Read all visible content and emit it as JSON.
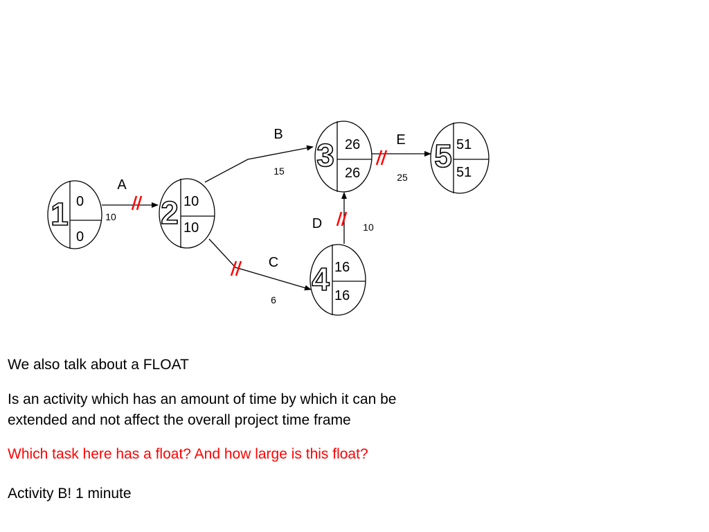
{
  "diagram": {
    "nodes": [
      {
        "id": "1",
        "number": "1",
        "earliest": "0",
        "latest": "0"
      },
      {
        "id": "2",
        "number": "2",
        "earliest": "10",
        "latest": "10"
      },
      {
        "id": "3",
        "number": "3",
        "earliest": "26",
        "latest": "26"
      },
      {
        "id": "4",
        "number": "4",
        "earliest": "16",
        "latest": "16"
      },
      {
        "id": "5",
        "number": "5",
        "earliest": "51",
        "latest": "51"
      }
    ],
    "activities": [
      {
        "name": "A",
        "from": "1",
        "to": "2",
        "duration": "10",
        "critical": true
      },
      {
        "name": "B",
        "from": "2",
        "to": "3",
        "duration": "15",
        "critical": false
      },
      {
        "name": "C",
        "from": "2",
        "to": "4",
        "duration": "6",
        "critical": true
      },
      {
        "name": "D",
        "from": "4",
        "to": "3",
        "duration": "10",
        "critical": true
      },
      {
        "name": "E",
        "from": "3",
        "to": "5",
        "duration": "25",
        "critical": true
      }
    ],
    "critical_marker": "//"
  },
  "text": {
    "line1": "We also talk about a FLOAT",
    "line2": "Is an activity which has an amount of time by which it can be",
    "line3": "extended and not affect the overall project time frame",
    "question": "Which task here has a float? And how large is this float?",
    "answer": "Activity B! 1 minute"
  },
  "colors": {
    "critical_marker": "#ff0000",
    "question": "#ff0000",
    "line": "#000000"
  }
}
